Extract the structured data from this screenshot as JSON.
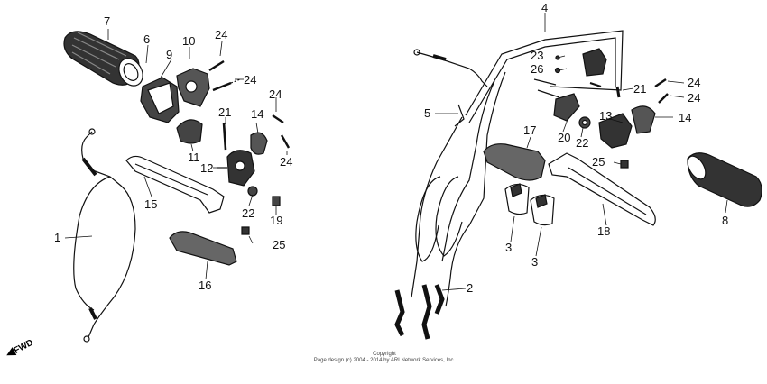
{
  "callouts": [
    "7",
    "6",
    "10",
    "24",
    "9",
    "24",
    "24",
    "21",
    "14",
    "11",
    "12",
    "24",
    "15",
    "22",
    "19",
    "1",
    "25",
    "16",
    "4",
    "23",
    "26",
    "5",
    "21",
    "24",
    "24",
    "17",
    "13",
    "14",
    "20",
    "22",
    "25",
    "3",
    "3",
    "18",
    "8",
    "2"
  ],
  "fwd_label": "FWD",
  "footer": {
    "line1": "Copyright",
    "line2": "Page design (c) 2004 - 2014 by ARI Network Services, Inc."
  }
}
